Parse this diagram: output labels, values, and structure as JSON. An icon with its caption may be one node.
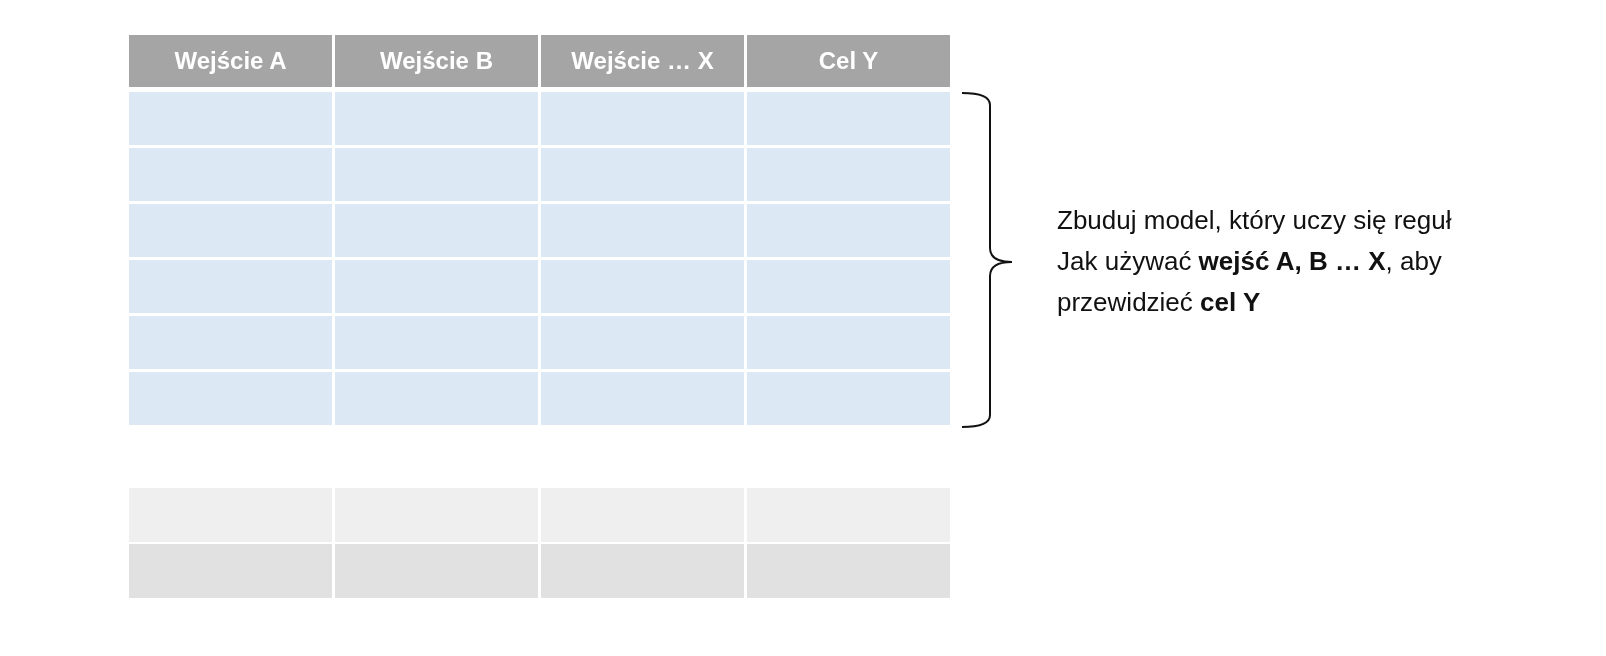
{
  "diagram": {
    "labels": [
      "Wejście A",
      "Wejście B",
      "Wejście … X",
      "Cel Y",
      "Zbuduj model, który uczy się reguł",
      "Jak używać **wejść A, B … X**, aby przewidzieć **cel Y**"
    ]
  }
}
